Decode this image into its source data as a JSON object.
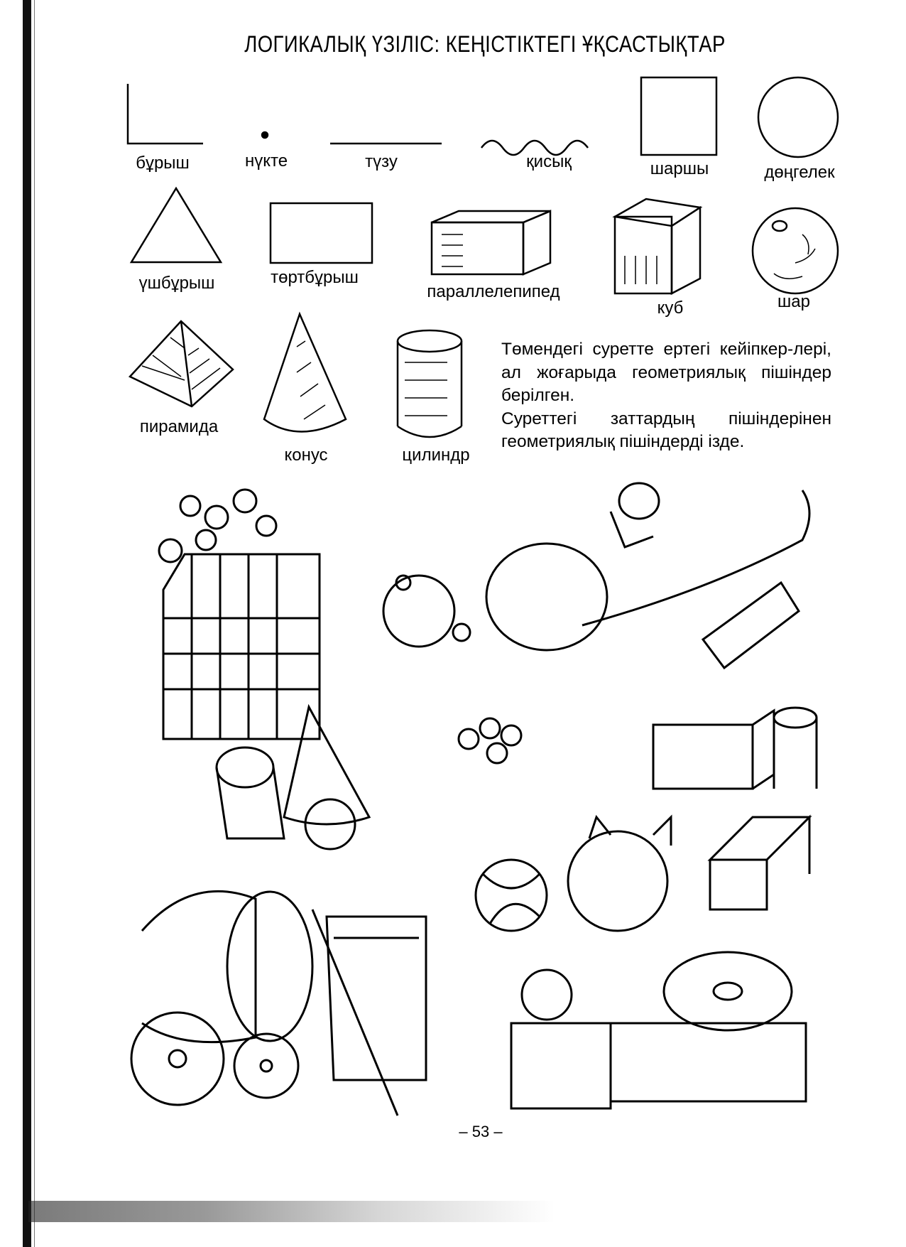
{
  "title": "ЛОГИКАЛЫҚ ҮЗІЛІС: КЕҢІСТІКТЕГІ ҰҚСАСТЫҚТАР",
  "shapes": {
    "angle": "бұрыш",
    "point": "нүкте",
    "line": "түзу",
    "curve": "қисық",
    "square": "шаршы",
    "circle": "дөңгелек",
    "triangle": "үшбұрыш",
    "rectangle": "төртбұрыш",
    "parallelepiped": "параллелепипед",
    "cube": "куб",
    "sphere": "шар",
    "pyramid": "пирамида",
    "cone": "конус",
    "cylinder": "цилиндр"
  },
  "instructions": {
    "paragraph1": "Төмендегі суретте ертегі кейіпкер-лері, ал жоғарыда геометриялық пішіндер берілген.",
    "paragraph2": "Суреттегі заттардың пішіндерінен геометриялық пішіндерді ізде."
  },
  "page_number": "– 53 –"
}
